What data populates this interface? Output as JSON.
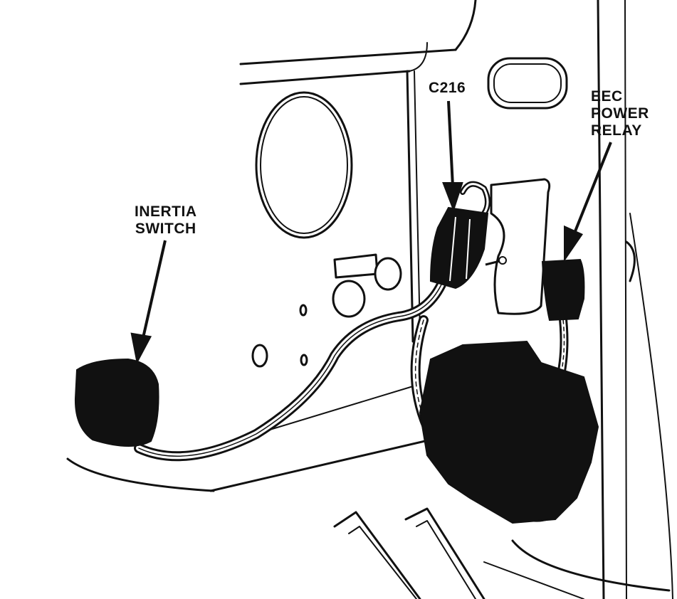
{
  "labels": {
    "inertia_switch": "INERTIA\nSWITCH",
    "connector": "C216",
    "eec_relay": "EEC\nPOWER\nRELAY"
  },
  "colors": {
    "ink": "#111111",
    "paper": "#ffffff"
  }
}
